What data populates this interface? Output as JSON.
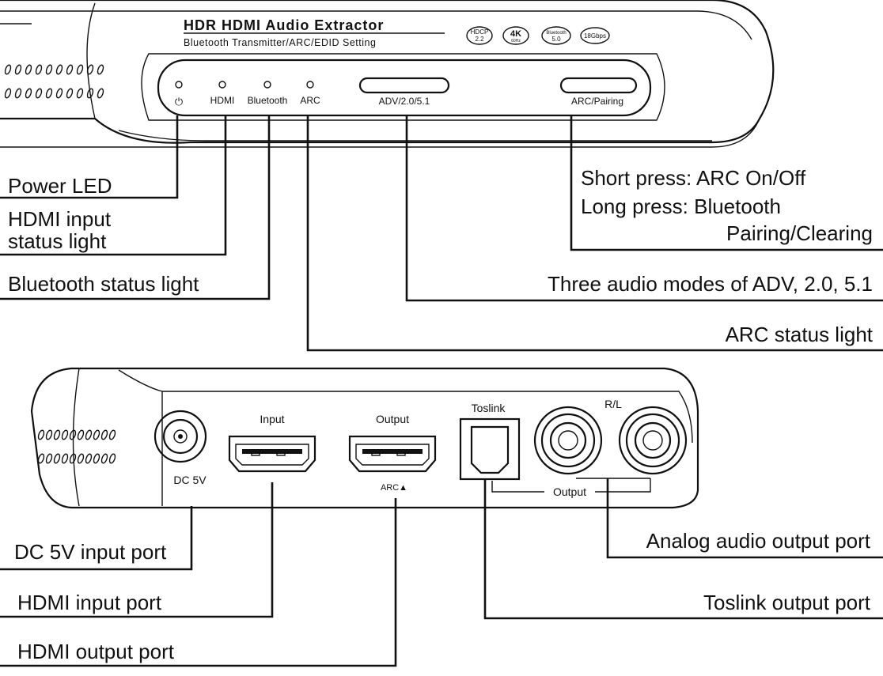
{
  "top_unit": {
    "title": "HDR HDMI Audio Extractor",
    "subtitle": "Bluetooth Transmitter/ARC/EDID Setting",
    "badges": [
      {
        "line1": "HDCP",
        "line2": "2.2"
      },
      {
        "line1": "4K",
        "line2": "60Hz"
      },
      {
        "line1": "Bluetooth",
        "line2": "5.0"
      },
      {
        "line1": "18Gbps",
        "line2": ""
      }
    ],
    "led_labels": {
      "power": "⏻",
      "hdmi": "HDMI",
      "bluetooth": "Bluetooth",
      "arc": "ARC"
    },
    "buttons": {
      "mode": "ADV/2.0/5.1",
      "arc_pairing": "ARC/Pairing"
    }
  },
  "top_callouts": {
    "power_led": "Power LED",
    "hdmi_status_line1": "HDMI input",
    "hdmi_status_line2": "status light",
    "bluetooth_status": "Bluetooth status light",
    "audio_modes": "Three audio modes of ADV, 2.0, 5.1",
    "arc_status": "ARC status light",
    "button_line1_a": "Short press",
    "button_line1_b": ": ARC On/Off",
    "button_line2_a": "Long press",
    "button_line2_b": ": Bluetooth",
    "button_line3": "Pairing/Clearing"
  },
  "rear_unit": {
    "dc_label": "DC 5V",
    "input_label": "Input",
    "output_label": "Output",
    "arc_label": "ARC▲",
    "toslink_label": "Toslink",
    "rl_label": "R/L",
    "output_bracket_label": "Output"
  },
  "rear_callouts": {
    "dc_port": "DC 5V input port",
    "hdmi_input": "HDMI input port",
    "hdmi_output": "HDMI output port",
    "analog_out": "Analog audio output port",
    "toslink_out": "Toslink output port"
  }
}
